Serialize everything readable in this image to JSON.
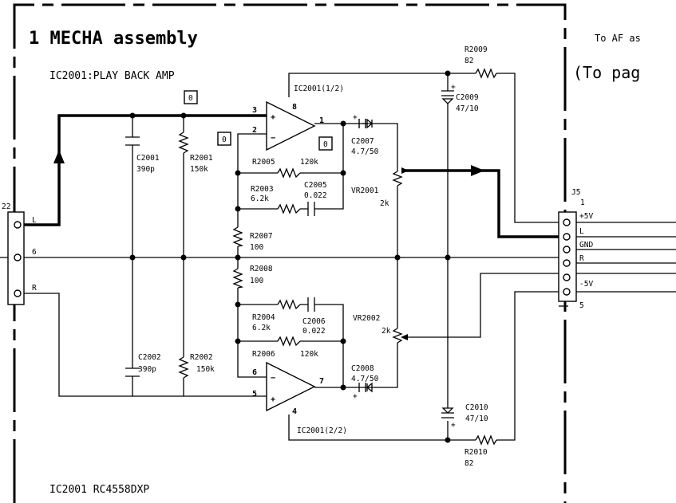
{
  "title": "1 MECHA assembly",
  "subtitle": "IC2001:PLAY BACK AMP",
  "external_ref": "To AF as",
  "page_ref": "(To pag",
  "footer": "IC2001  RC4558DXP",
  "ic_units": {
    "upper": "IC2001(1/2)",
    "lower": "IC2001(2/2)"
  },
  "opamp_pins": {
    "upper": [
      "3",
      "2",
      "8",
      "1"
    ],
    "lower": [
      "6",
      "5",
      "4",
      "7"
    ]
  },
  "voltage_tags": [
    "0",
    "0",
    "0"
  ],
  "components": {
    "C2001": {
      "ref": "C2001",
      "value": "390p"
    },
    "R2001": {
      "ref": "R2001",
      "value": "150k"
    },
    "C2002": {
      "ref": "C2002",
      "value": "390p"
    },
    "R2002": {
      "ref": "R2002",
      "value": "150k"
    },
    "R2005": {
      "ref": "R2005",
      "value": "120k"
    },
    "R2003": {
      "ref": "R2003",
      "value": "6.2k"
    },
    "C2005": {
      "ref": "C2005",
      "value": "0.022"
    },
    "R2007": {
      "ref": "R2007",
      "value": "100"
    },
    "R2008": {
      "ref": "R2008",
      "value": "100"
    },
    "R2004": {
      "ref": "R2004",
      "value": "6.2k"
    },
    "C2006": {
      "ref": "C2006",
      "value": "0.022"
    },
    "R2006": {
      "ref": "R2006",
      "value": "120k"
    },
    "C2007": {
      "ref": "C2007",
      "value": "4.7/50"
    },
    "C2008": {
      "ref": "C2008",
      "value": "4.7/50"
    },
    "VR2001": {
      "ref": "VR2001",
      "value": "2k"
    },
    "VR2002": {
      "ref": "VR2002",
      "value": "2k"
    },
    "R2009": {
      "ref": "R2009",
      "value": "82"
    },
    "C2009": {
      "ref": "C2009",
      "value": "47/10"
    },
    "C2010": {
      "ref": "C2010",
      "value": "47/10"
    },
    "R2010": {
      "ref": "R2010",
      "value": "82"
    }
  },
  "connector_left": {
    "ref": "22",
    "pins": [
      "L",
      "6",
      "R"
    ]
  },
  "connector_j5": {
    "ref": "J5",
    "pin1": "1",
    "pins": [
      "+5V",
      "L",
      "GND",
      "R",
      "-5V",
      "5"
    ]
  }
}
